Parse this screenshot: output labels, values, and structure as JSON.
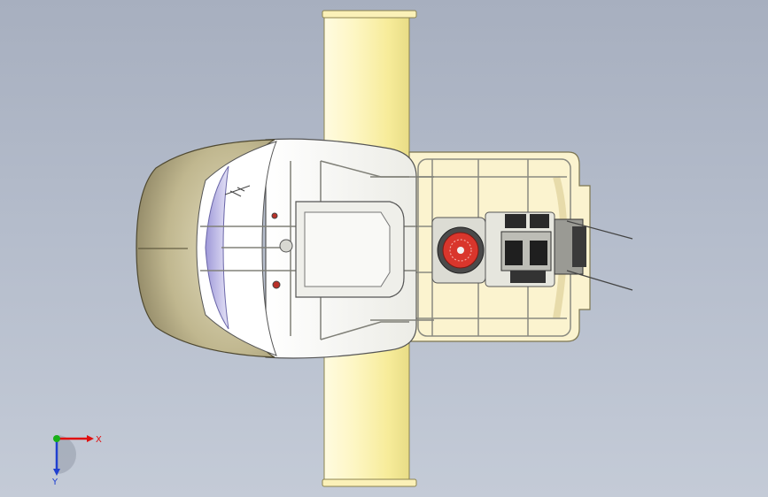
{
  "viewport": {
    "background_top": "#a7afbf",
    "background_bottom": "#c4cbd7"
  },
  "model": {
    "parts": [
      "wing",
      "nose-cowling",
      "canopy",
      "cockpit-frame",
      "seat",
      "rear-deck",
      "engine",
      "propeller-mount"
    ],
    "colors": {
      "wing": "#fdf7c8",
      "wing_edge": "#d8cf8a",
      "body": "#f4f4ef",
      "cowling": "#b9b08a",
      "canopy": "#b9b4e6",
      "frame": "#d9d9d4",
      "deck": "#fbf3cf",
      "engine_red": "#d9362c"
    }
  },
  "triad": {
    "x_label": "X",
    "y_label": "Y",
    "x_color": "#e01010",
    "y_color": "#18b018",
    "z_color": "#2040d0"
  }
}
